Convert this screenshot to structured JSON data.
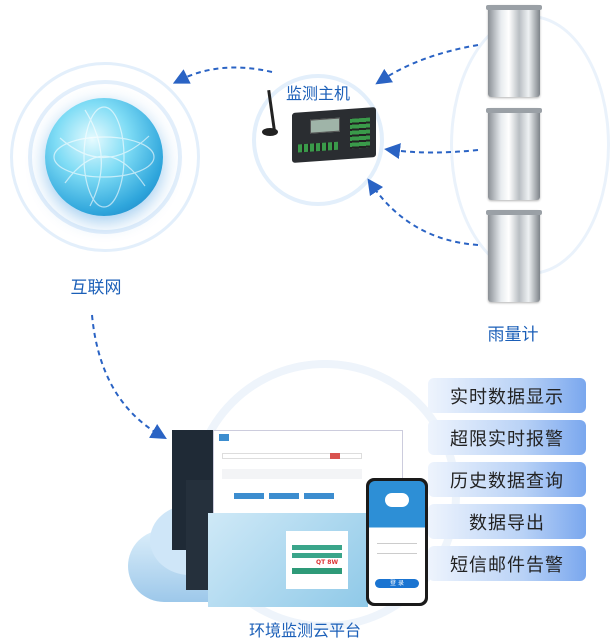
{
  "nodes": {
    "internet_label": "互联网",
    "host_label": "监测主机",
    "rain_gauge_label": "雨量计",
    "cloud_platform_label": "环境监测云平台"
  },
  "features": [
    "实时数据显示",
    "超限实时报警",
    "历史数据查询",
    "数据导出",
    "短信邮件告警"
  ],
  "phone": {
    "login_button": "登 录"
  },
  "web_login": {
    "captcha": "QT 8W"
  },
  "colors": {
    "accent": "#1b5fb8",
    "arrow": "#2a63c4",
    "feature_bg": "#7aa7ee"
  }
}
